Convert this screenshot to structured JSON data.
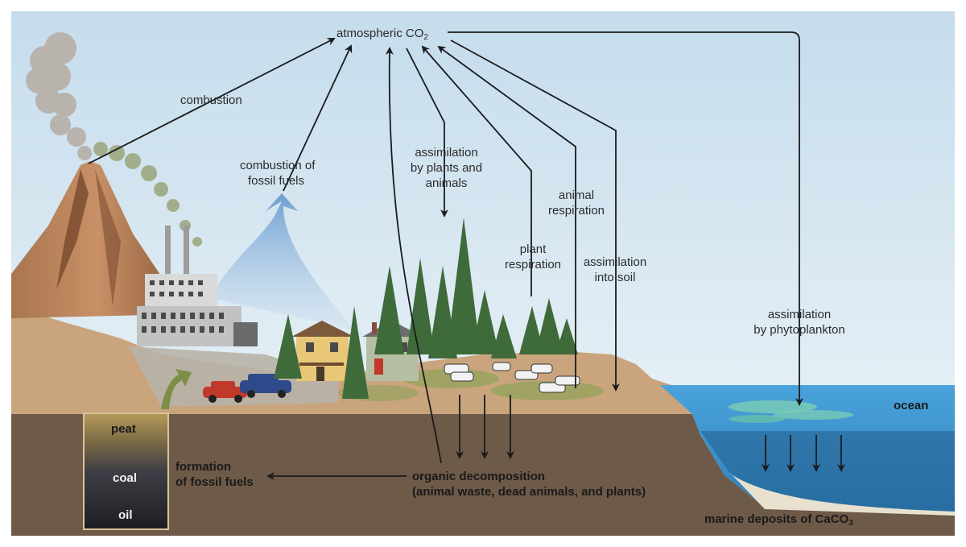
{
  "colors": {
    "sky": "#cfe3f0",
    "ground": "#6b5847",
    "land": "#c8a27a",
    "ocean": "#3d8fc9",
    "deep_ocean": "#2a6e9e",
    "arrow": "#1b1b1b",
    "fossil_arrow": "#8fb4d8"
  },
  "labels": {
    "atm_co2": {
      "text": "atmospheric CO",
      "sub": "2"
    },
    "combustion": "combustion",
    "combustion_fossil": [
      "combustion of",
      "fossil fuels"
    ],
    "assim_plants": [
      "assimilation",
      "by plants and",
      "animals"
    ],
    "animal_resp": [
      "animal",
      "respiration"
    ],
    "plant_resp": [
      "plant",
      "respiration"
    ],
    "assim_soil": [
      "assimilation",
      "into soil"
    ],
    "assim_phyto": [
      "assimilation",
      "by phytoplankton"
    ],
    "ocean": "ocean",
    "formation": [
      "formation",
      "of fossil fuels"
    ],
    "organic": [
      "organic decomposition",
      "(animal waste, dead animals, and plants)"
    ],
    "marine": {
      "text": "marine deposits of CaCO",
      "sub": "3"
    },
    "peat": "peat",
    "coal": "coal",
    "oil": "oil"
  }
}
